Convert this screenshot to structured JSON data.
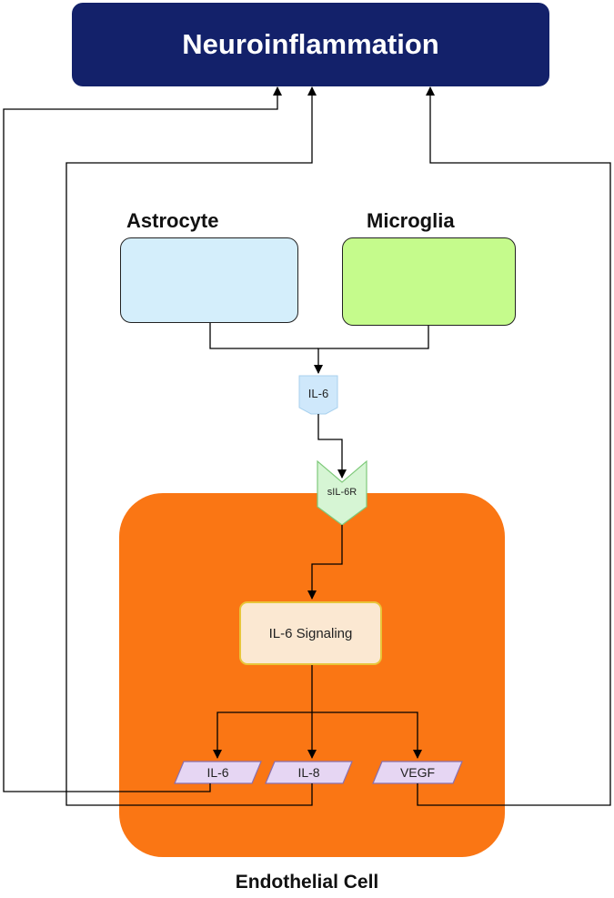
{
  "title": "Neuroinflammation",
  "cells": {
    "astrocyte": "Astrocyte",
    "microglia": "Microglia",
    "endothelial": "Endothelial Cell"
  },
  "molecules": {
    "il6_ligand": "IL-6",
    "receptor": "sIL-6R",
    "signaling": "IL-6 Signaling",
    "out_il6": "IL-6",
    "out_il8": "IL-8",
    "out_vegf": "VEGF"
  },
  "colors": {
    "title_bg": "#13216a",
    "astrocyte": "#d4eefb",
    "microglia": "#c5fb8c",
    "endothelial": "#fa7614",
    "ligand": "#cfe8fb",
    "receptor": "#d6f5d4",
    "signaling": "#fbe8d2",
    "outputs": "#e6d6f3"
  }
}
